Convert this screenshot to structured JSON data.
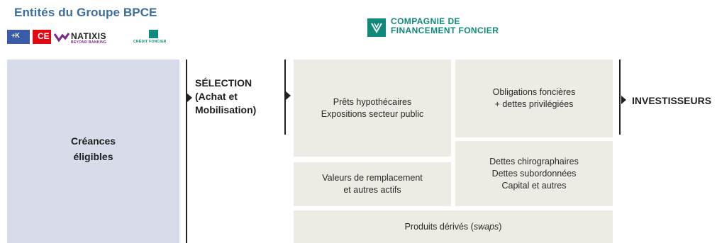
{
  "header": {
    "groupe_title": "Entités du Groupe BPCE",
    "logos": {
      "bpce_mark": "+K",
      "ce_mark": "CE",
      "natixis_name": "NATIXIS",
      "natixis_tagline": "BEYOND BANKING",
      "credit_foncier_name": "CRÉDIT FONCIER"
    },
    "cff_line1": "COMPAGNIE DE",
    "cff_line2": "FINANCEMENT FONCIER"
  },
  "left_panel": {
    "line1": "Créances",
    "line2": "éligibles"
  },
  "selection": {
    "line1": "SÉLECTION",
    "line2": "(Achat et",
    "line3": "Mobilisation)"
  },
  "investisseurs": "INVESTISSEURS",
  "boxes": {
    "prets": [
      "Prêts hypothécaires",
      "Expositions secteur public"
    ],
    "obligations": [
      "Obligations foncières",
      "+ dettes privilégiées"
    ],
    "valeurs": [
      "Valeurs de remplacement",
      "et autres actifs"
    ],
    "dettes": [
      "Dettes chirographaires",
      "Dettes subordonnées",
      "Capital et autres"
    ],
    "derives_prefix": "Produits dérivés (",
    "derives_italic": "swaps",
    "derives_suffix": ")"
  },
  "colors": {
    "title_blue": "#3c6e9e",
    "cff_teal": "#0f8a7a",
    "panel_lavender": "#d7dbea",
    "box_grey": "#eeebe5"
  }
}
